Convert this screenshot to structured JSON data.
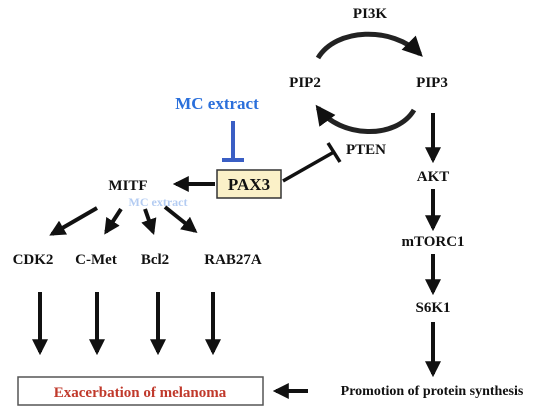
{
  "diagram": {
    "nodes": {
      "pi3k": "PI3K",
      "pip2": "PIP2",
      "pip3": "PIP3",
      "pten": "PTEN",
      "akt": "AKT",
      "mtorc1": "mTORC1",
      "s6k1": "S6K1",
      "protein_synthesis": "Promotion of protein synthesis",
      "mc_extract": "MC extract",
      "pax3": "PAX3",
      "mitf": "MITF",
      "mc_extract_ghost": "MC extract",
      "cdk2": "CDK2",
      "cmet": "C-Met",
      "bcl2": "Bcl2",
      "rab27a": "RAB27A",
      "outcome": "Exacerbation of melanoma"
    },
    "colors": {
      "mc_extract": "#2a6fdb",
      "inhibitor_bar": "#3a5ec4",
      "pax3_fill": "#fbf1c8",
      "outcome_text": "#c0392b",
      "arrow": "#111111"
    }
  }
}
